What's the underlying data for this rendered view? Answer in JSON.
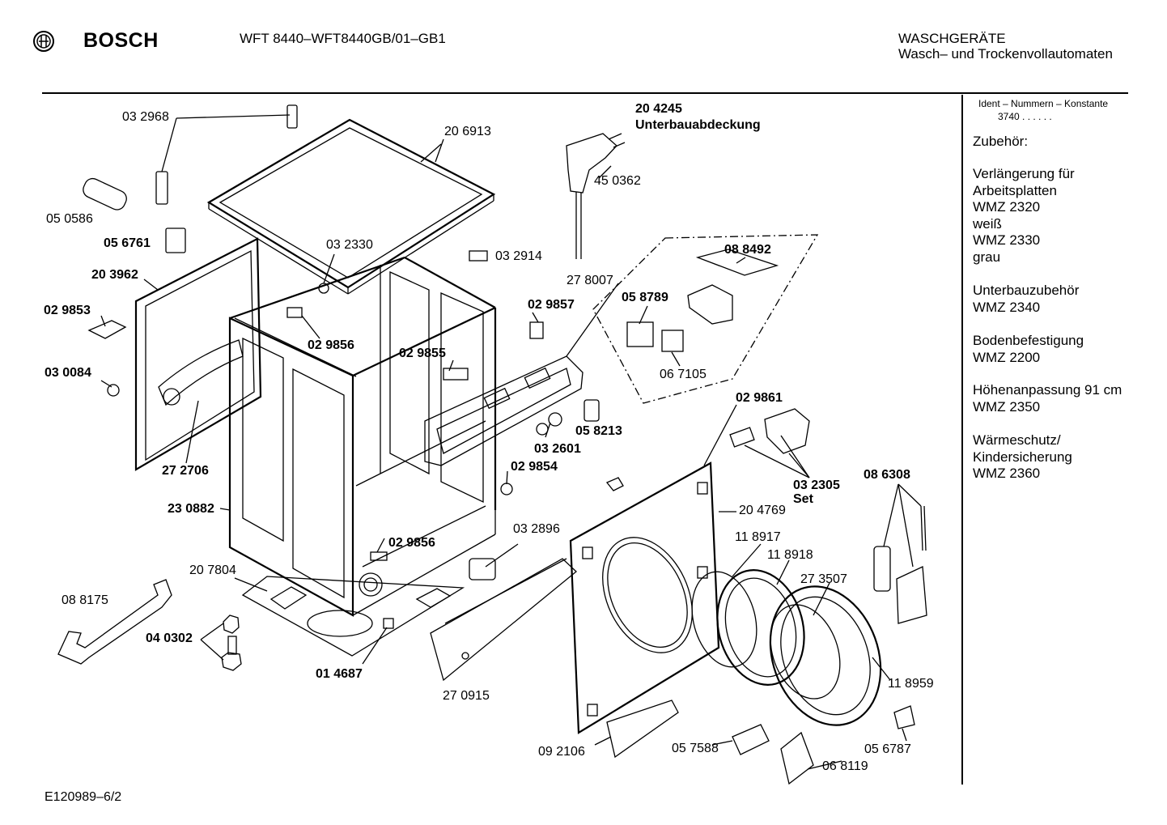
{
  "header": {
    "brand": "BOSCH",
    "model": "WFT 8440–WFT8440GB/01–GB1",
    "category_line1": "WASCHGERÄTE",
    "category_line2": "Wasch– und Trockenvollautomaten"
  },
  "sidebar": {
    "ident_label": "Ident – Nummern – Konstante",
    "ident_value": "3740 . . . . . .",
    "accessories_title": "Zubehör:",
    "groups": [
      {
        "lines": [
          "Verlängerung für",
          "Arbeitsplatten",
          "WMZ 2320",
          "weiß",
          "WMZ 2330",
          "grau"
        ]
      },
      {
        "lines": [
          "Unterbauzubehör",
          "WMZ 2340"
        ]
      },
      {
        "lines": [
          "Bodenbefestigung",
          "WMZ 2200"
        ]
      },
      {
        "lines": [
          "Höhenanpassung 91 cm",
          "WMZ 2350"
        ]
      },
      {
        "lines": [
          "Wärmeschutz/",
          "Kindersicherung",
          "WMZ 2360"
        ]
      }
    ]
  },
  "part_labels": {
    "p032968": "03 2968",
    "p206913": "20 6913",
    "p204245": "20 4245",
    "p204245_name": "Unterbauabdeckung",
    "p050586": "05 0586",
    "p450362": "45 0362",
    "p056761": "05 6761",
    "p032330": "03 2330",
    "p032914": "03 2914",
    "p088492": "08 8492",
    "p203962": "20 3962",
    "p278007": "27 8007",
    "p029853": "02 9853",
    "p029857": "02 9857",
    "p058789": "05 8789",
    "p029856a": "02 9856",
    "p029855": "02 9855",
    "p030084": "03 0084",
    "p067105": "06 7105",
    "p029861": "02 9861",
    "p058213": "05 8213",
    "p032601": "03 2601",
    "p272706": "27 2706",
    "p029854": "02 9854",
    "p032305": "03 2305",
    "p032305_set": "Set",
    "p086308": "08 6308",
    "p230882": "23 0882",
    "p204769": "20 4769",
    "p032896": "03 2896",
    "p118917": "11 8917",
    "p029856b": "02 9856",
    "p118918": "11 8918",
    "p207804": "20 7804",
    "p273507": "27 3507",
    "p088175": "08 8175",
    "p040302": "04 0302",
    "p014687": "01 4687",
    "p118959": "11 8959",
    "p270915": "27 0915",
    "p092106": "09 2106",
    "p057588": "05 7588",
    "p056787": "05 6787",
    "p068119": "06 8119"
  },
  "footer": {
    "code": "E120989–6/2"
  }
}
